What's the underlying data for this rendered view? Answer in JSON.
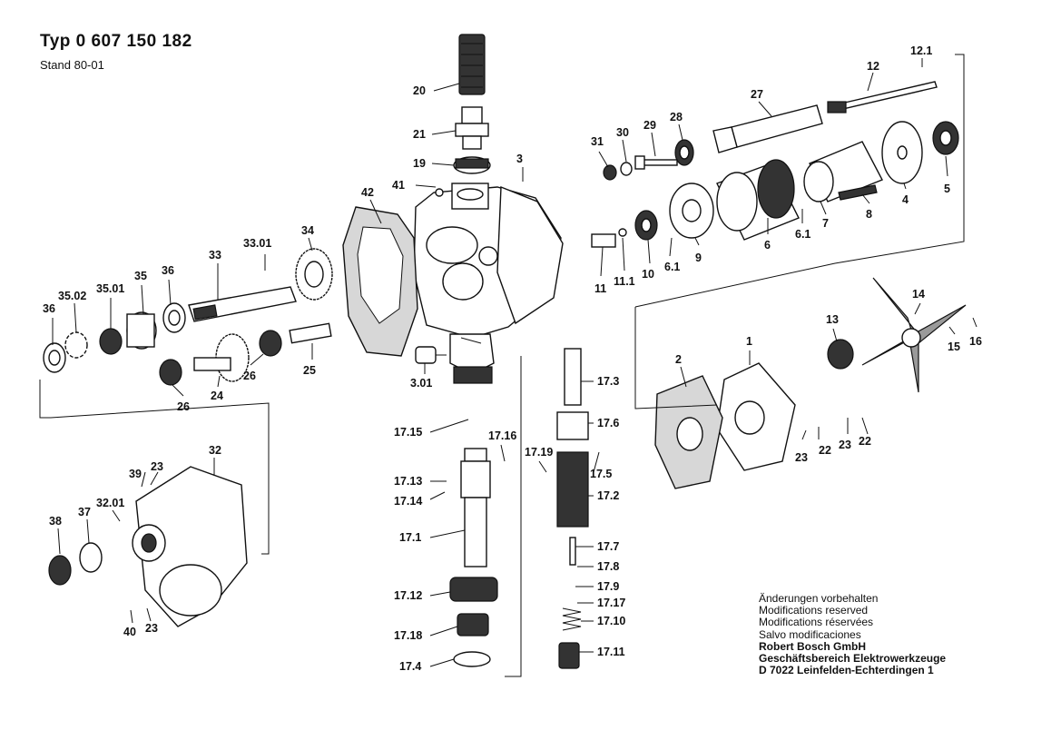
{
  "header": {
    "title": "Typ  0 607 150 182",
    "stand": "Stand 80-01"
  },
  "notes": [
    "Änderungen vorbehalten",
    "Modifications reserved",
    "Modifications réservées",
    "Salvo modificaciones"
  ],
  "company": [
    "Robert Bosch GmbH",
    "Geschäftsbereich Elektrowerkzeuge",
    "D 7022 Leinfelden-Echterdingen 1"
  ],
  "labels": {
    "p20": "20",
    "p21": "21",
    "p19": "19",
    "p3": "3",
    "p41": "41",
    "p42": "42",
    "p31": "31",
    "p30": "30",
    "p29": "29",
    "p28": "28",
    "p27": "27",
    "p12": "12",
    "p12_1": "12.1",
    "p5": "5",
    "p4": "4",
    "p8": "8",
    "p7": "7",
    "p6": "6",
    "p6_1a": "6.1",
    "p6_1b": "6.1",
    "p9": "9",
    "p10": "10",
    "p11_1": "11.1",
    "p11": "11",
    "p33_01": "33.01",
    "p34": "34",
    "p33": "33",
    "p36a": "36",
    "p35": "35",
    "p35_01": "35.01",
    "p35_02": "35.02",
    "p36b": "36",
    "p26a": "26",
    "p24": "24",
    "p26b": "26",
    "p25": "25",
    "p3_01": "3.01",
    "p14": "14",
    "p13": "13",
    "p15": "15",
    "p16": "16",
    "p1": "1",
    "p2": "2",
    "p22a": "22",
    "p23a": "23",
    "p22b": "22",
    "p23b": "23",
    "p32": "32",
    "p39": "39",
    "p23c": "23",
    "p32_01": "32.01",
    "p38": "38",
    "p37": "37",
    "p40": "40",
    "p23d": "23",
    "p17_3": "17.3",
    "p17_6": "17.6",
    "p17_15": "17.15",
    "p17_16": "17.16",
    "p17_19": "17.19",
    "p17_5": "17.5",
    "p17_13": "17.13",
    "p17_14": "17.14",
    "p17_2": "17.2",
    "p17_1": "17.1",
    "p17_7": "17.7",
    "p17_8": "17.8",
    "p17_12": "17.12",
    "p17_9": "17.9",
    "p17_17": "17.17",
    "p17_10": "17.10",
    "p17_18": "17.18",
    "p17_11": "17.11",
    "p17_4": "17.4"
  }
}
